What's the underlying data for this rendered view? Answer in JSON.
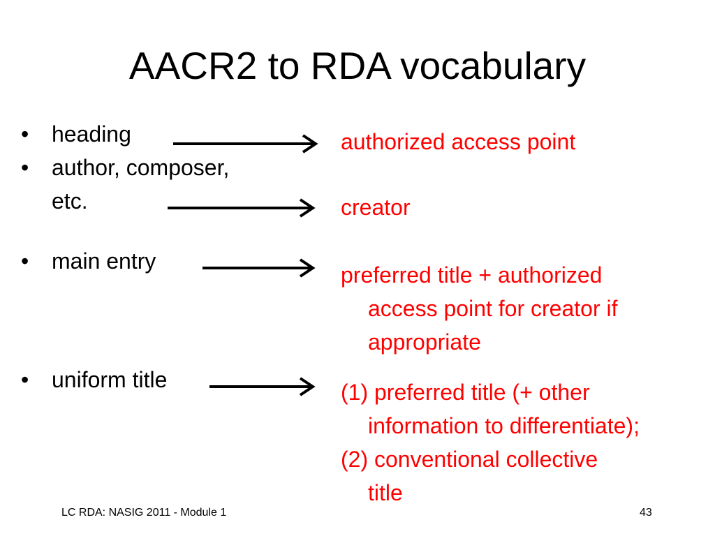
{
  "slide": {
    "title": "AACR2 to RDA vocabulary",
    "accent_color": "#ff0000",
    "bullet_glyph": "•",
    "aacr2_terms": [
      {
        "lines": [
          "heading"
        ]
      },
      {
        "lines": [
          "author, composer,",
          "etc."
        ]
      },
      {
        "lines": [
          "main entry"
        ]
      },
      {
        "lines": [
          "uniform title"
        ]
      }
    ],
    "rda_terms": [
      {
        "lines": [
          "authorized access point"
        ]
      },
      {
        "lines": [
          "creator"
        ]
      },
      {
        "lines": [
          "preferred title + authorized",
          "access point for creator if",
          "appropriate"
        ]
      },
      {
        "lines": [
          "(1) preferred title (+ other",
          "information to differentiate);",
          "(2) conventional collective",
          "title"
        ]
      }
    ],
    "arrow_icon": "right-arrow-icon",
    "footer": {
      "left": "LC RDA: NASIG 2011 - Module 1",
      "page_number": "43"
    }
  }
}
